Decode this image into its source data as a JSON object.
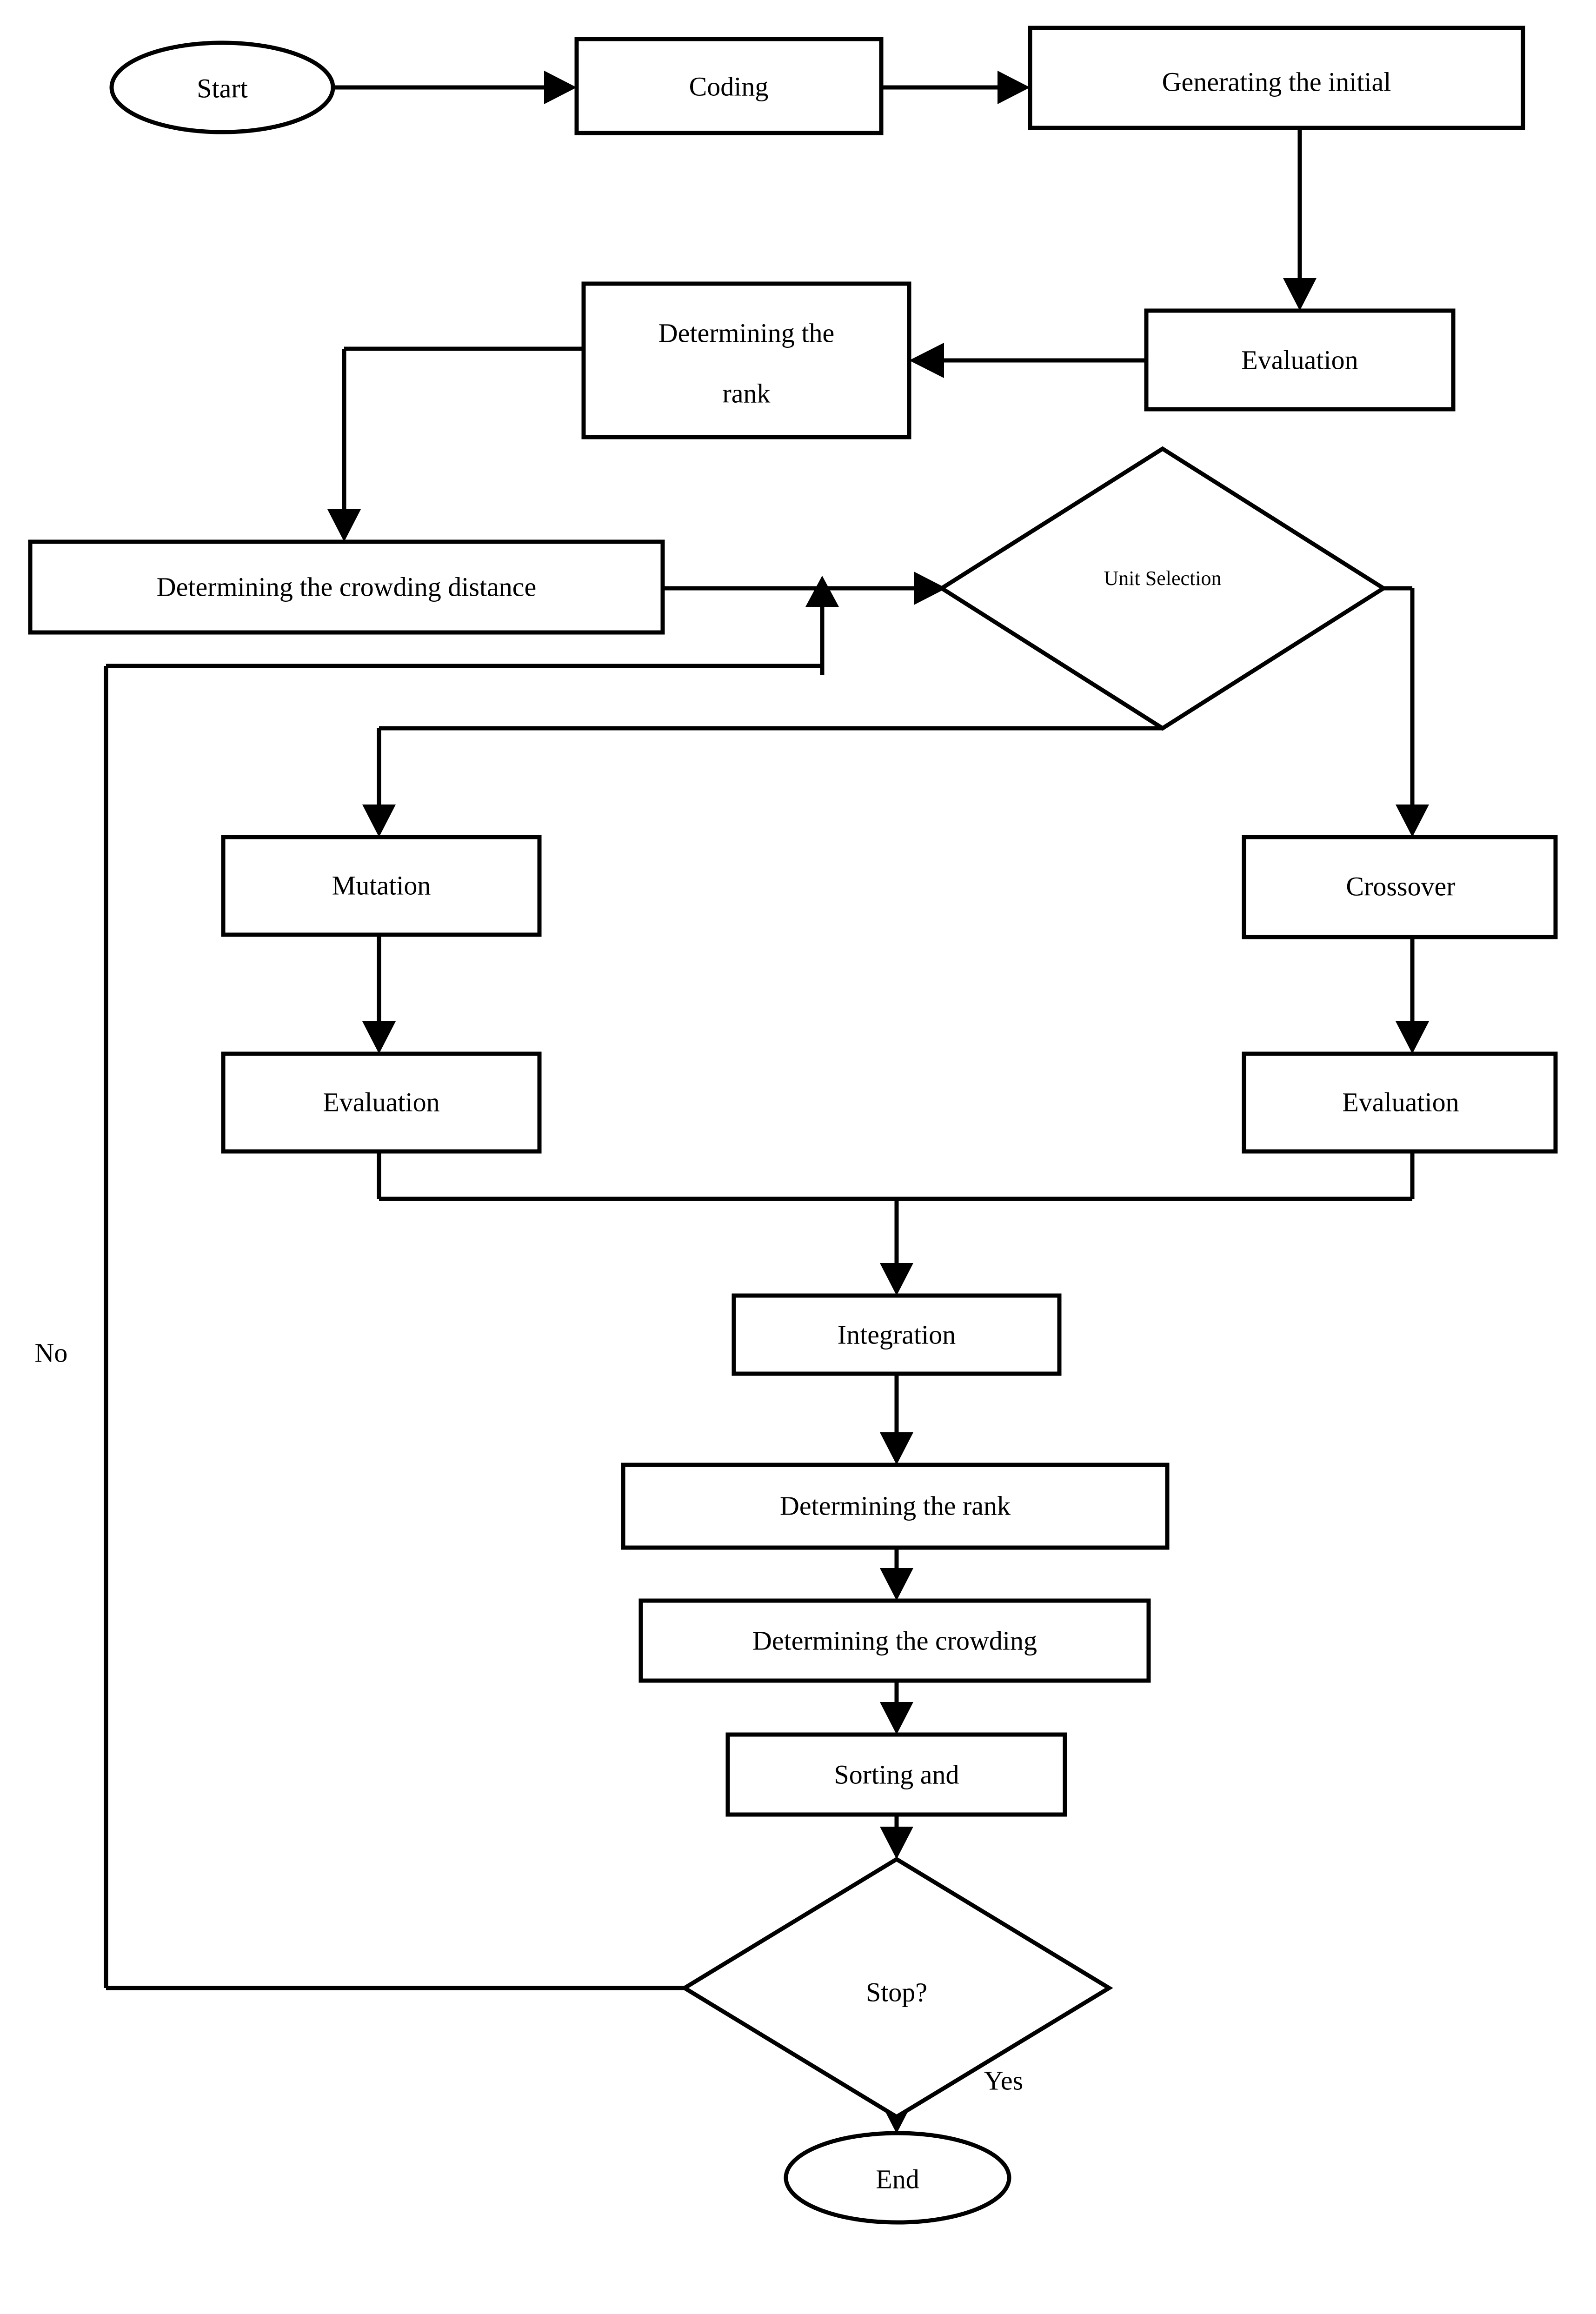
{
  "diagram": {
    "title": "NSGA-II multi-objective genetic algorithm flowchart",
    "colors": {
      "stroke": "#000000",
      "fill": "#ffffff",
      "background": "#ffffff"
    },
    "nodes": {
      "start": {
        "label": "Start",
        "shape": "ellipse"
      },
      "coding": {
        "label": "Coding",
        "shape": "rectangle"
      },
      "generating_initial": {
        "label": "Generating the initial",
        "shape": "rectangle"
      },
      "evaluation_top": {
        "label": "Evaluation",
        "shape": "rectangle"
      },
      "determining_rank_top_line1": {
        "label": "Determining the",
        "shape": "rectangle"
      },
      "determining_rank_top_line2": {
        "label": "rank",
        "shape": "rectangle"
      },
      "determining_crowding_distance": {
        "label": "Determining the crowding distance",
        "shape": "rectangle"
      },
      "unit_selection": {
        "label": "Unit Selection",
        "shape": "diamond"
      },
      "mutation": {
        "label": "Mutation",
        "shape": "rectangle"
      },
      "crossover": {
        "label": "Crossover",
        "shape": "rectangle"
      },
      "evaluation_left": {
        "label": "Evaluation",
        "shape": "rectangle"
      },
      "evaluation_right": {
        "label": "Evaluation",
        "shape": "rectangle"
      },
      "integration": {
        "label": "Integration",
        "shape": "rectangle"
      },
      "determining_rank_bottom": {
        "label": "Determining the rank",
        "shape": "rectangle"
      },
      "determining_crowding": {
        "label": "Determining the crowding",
        "shape": "rectangle"
      },
      "sorting_and": {
        "label": "Sorting and",
        "shape": "rectangle"
      },
      "stop_decision": {
        "label": "Stop?",
        "shape": "diamond"
      },
      "end": {
        "label": "End",
        "shape": "ellipse"
      }
    },
    "edge_labels": {
      "no": "No",
      "yes": "Yes"
    }
  }
}
